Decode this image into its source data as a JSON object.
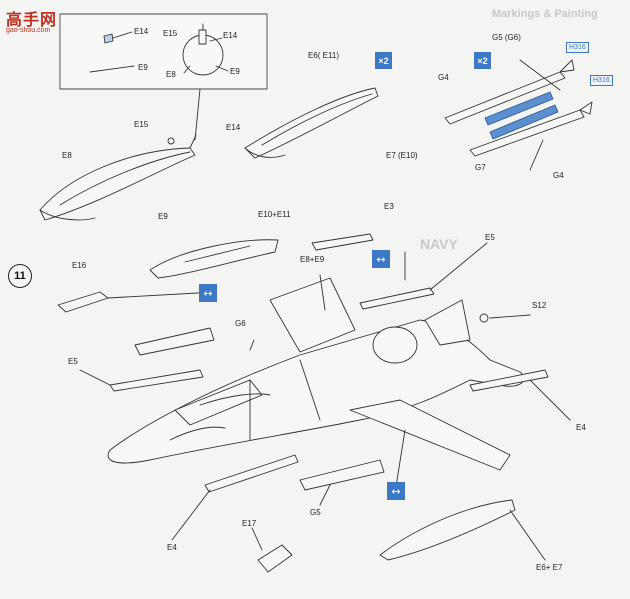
{
  "watermark": {
    "brand": "高手网",
    "url": "gao-shou.com"
  },
  "background_text": {
    "top_right": "Markings & Painting",
    "navy": "NAVY"
  },
  "step_number": "11",
  "multipliers": {
    "upper": "×2",
    "lower": "×2"
  },
  "h_badges": [
    "H316",
    "H316"
  ],
  "option_icons": [
    "↔",
    "↔",
    "↔"
  ],
  "detail_box_labels": {
    "e14_left": "E14",
    "e9_left": "E9",
    "e15": "E15",
    "e14_right": "E14",
    "e8": "E8",
    "e9_right": "E9"
  },
  "labels": {
    "e15": "E15",
    "e14": "E14",
    "e8": "E8",
    "e9": "E9",
    "e6_e11": "E6( E11)",
    "e7_e10": "E7 (E10)",
    "g5_g6": "G5 (G6)",
    "g4_top": "G4",
    "g7": "G7",
    "g4_right": "G4",
    "e10_e11": "E10+E11",
    "e3": "E3",
    "e16": "E16",
    "e8_e9": "E8+E9",
    "e5_top": "E5",
    "g6": "G6",
    "s12": "S12",
    "e5_left": "E5",
    "e4_right": "E4",
    "e4_bottom": "E4",
    "g5": "G5",
    "e17": "E17",
    "e6_e7": "E6+ E7"
  }
}
